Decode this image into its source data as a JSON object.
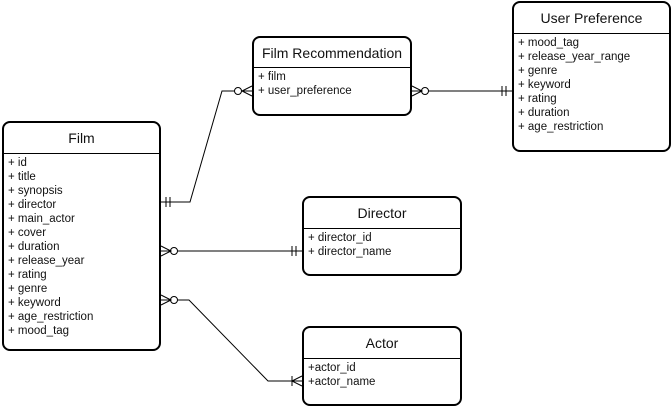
{
  "entities": {
    "film": {
      "title": "Film",
      "fields": [
        "+ id",
        "+ title",
        "+ synopsis",
        "+ director",
        "+ main_actor",
        "+ cover",
        "+ duration",
        "+ release_year",
        "+ rating",
        "+ genre",
        "+ keyword",
        "+ age_restriction",
        "+ mood_tag"
      ]
    },
    "film_recommendation": {
      "title": "Film Recommendation",
      "fields": [
        "+ film",
        "+ user_preference"
      ]
    },
    "user_preference": {
      "title": "User Preference",
      "fields": [
        "+ mood_tag",
        "+ release_year_range",
        "+ genre",
        "+ keyword",
        "+ rating",
        "+ duration",
        "+ age_restriction"
      ]
    },
    "director": {
      "title": "Director",
      "fields": [
        "+ director_id",
        "+ director_name"
      ]
    },
    "actor": {
      "title": "Actor",
      "fields": [
        "+actor_id",
        "+actor_name"
      ]
    }
  },
  "relationships": [
    {
      "from": "film",
      "from_end": "one-and-only-one",
      "to": "film_recommendation",
      "to_end": "zero-or-many"
    },
    {
      "from": "film_recommendation",
      "from_end": "zero-or-many",
      "to": "user_preference",
      "to_end": "one-and-only-one"
    },
    {
      "from": "film",
      "from_end": "zero-or-many",
      "to": "director",
      "to_end": "one-and-only-one"
    },
    {
      "from": "film",
      "from_end": "zero-or-many",
      "to": "actor",
      "to_end": "one-or-many"
    }
  ]
}
